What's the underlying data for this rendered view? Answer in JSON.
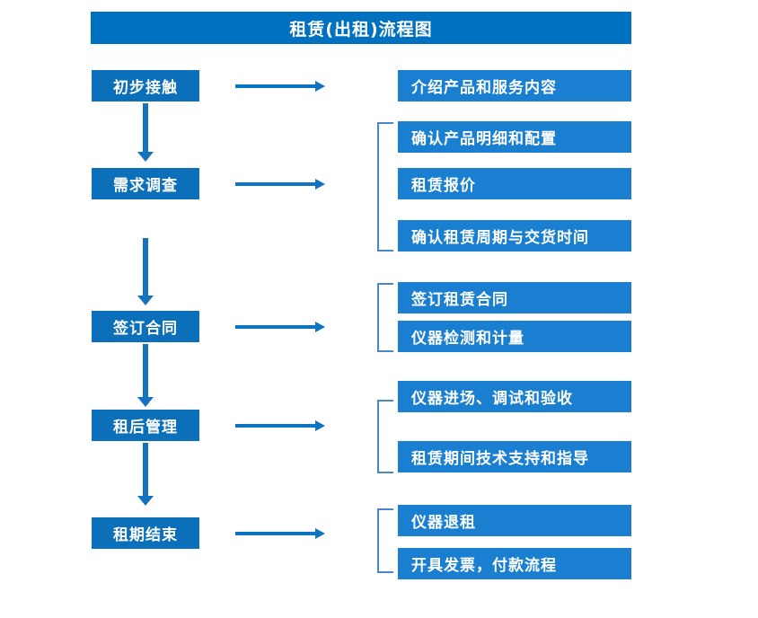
{
  "document": {
    "title": "租赁(出租)流程图",
    "accent_title_color": "#0070c0",
    "stage_box_color": "#0c6fba",
    "detail_box_color": "#1a7fd0",
    "arrow_color": "#0c74c0",
    "bracket_color": "#4a86c8"
  },
  "flow": {
    "stages": [
      {
        "label": "初步接触",
        "details": [
          "介绍产品和服务内容"
        ],
        "has_bracket": false
      },
      {
        "label": "需求调查",
        "details": [
          "确认产品明细和配置",
          "租赁报价",
          "确认租赁周期与交货时间"
        ],
        "has_bracket": true
      },
      {
        "label": "签订合同",
        "details": [
          "签订租赁合同",
          "仪器检测和计量"
        ],
        "has_bracket": true
      },
      {
        "label": "租后管理",
        "details": [
          "仪器进场、调试和验收",
          "租赁期间技术支持和指导"
        ],
        "has_bracket": true
      },
      {
        "label": "租期结束",
        "details": [
          "仪器退租",
          "开具发票，付款流程"
        ],
        "has_bracket": true
      }
    ],
    "connectors": {
      "horizontal_arrow_name": "right-arrow-icon",
      "vertical_arrow_name": "down-arrow-icon",
      "bracket_name": "group-bracket"
    }
  }
}
